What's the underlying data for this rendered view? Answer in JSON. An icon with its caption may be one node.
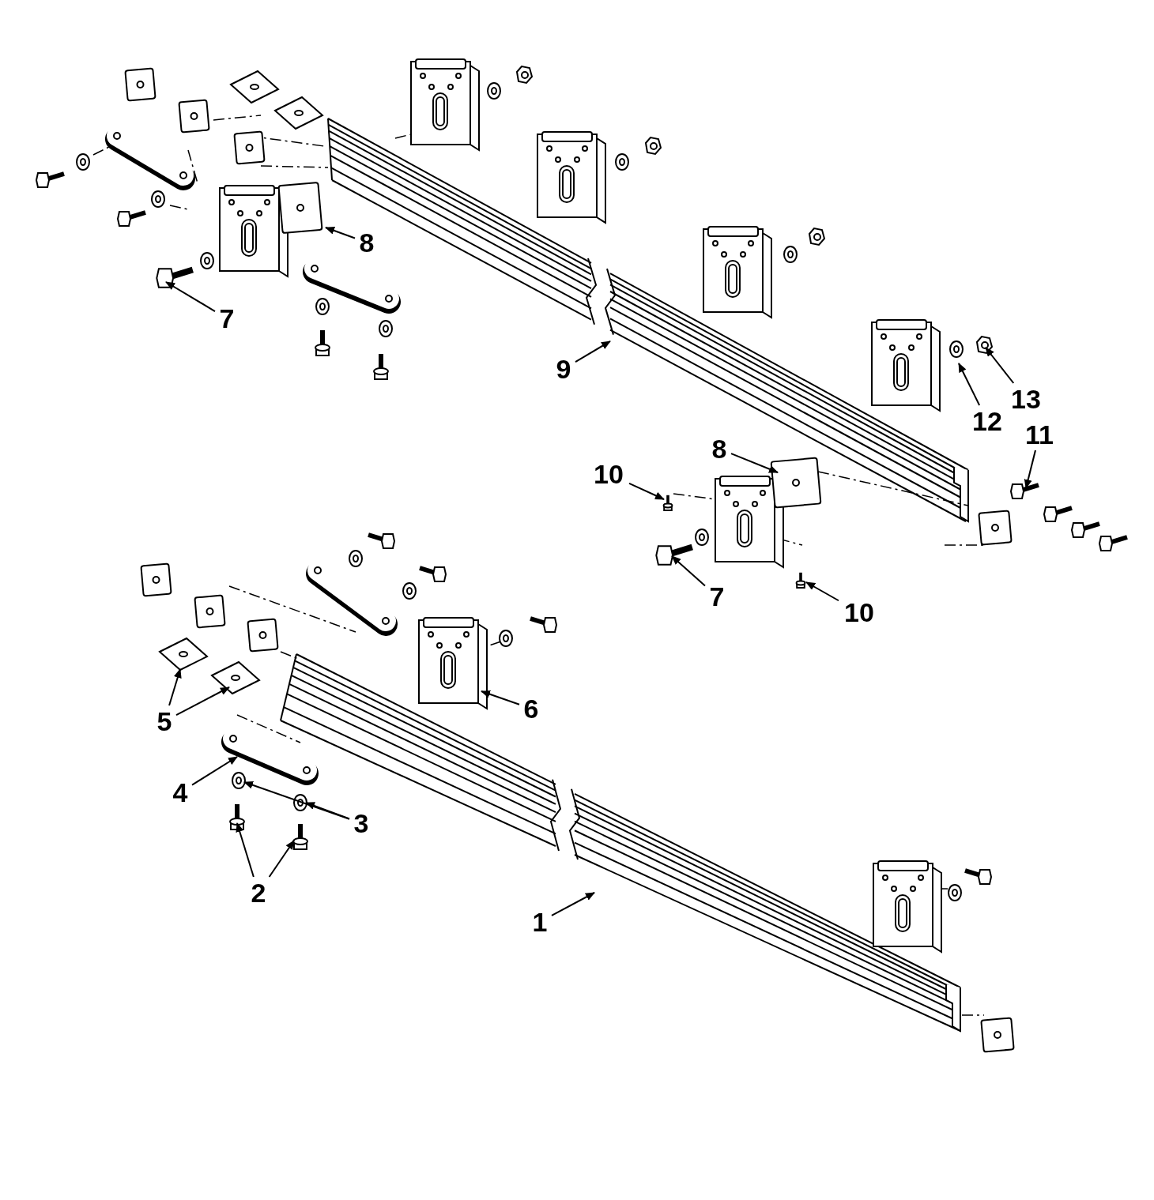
{
  "diagram": {
    "nodes": [
      {
        "text": [
          "8"
        ]
      },
      {
        "text": [
          "7"
        ]
      },
      {
        "text": [
          "9"
        ]
      },
      {
        "text": [
          "13"
        ]
      },
      {
        "text": [
          "12"
        ]
      },
      {
        "text": [
          "11"
        ]
      },
      {
        "text": [
          "8"
        ]
      },
      {
        "text": [
          "10"
        ]
      },
      {
        "text": [
          "7"
        ]
      },
      {
        "text": [
          "10"
        ]
      },
      {
        "text": [
          "6"
        ]
      },
      {
        "text": [
          "5"
        ]
      },
      {
        "text": [
          "4"
        ]
      },
      {
        "text": [
          "3"
        ]
      },
      {
        "text": [
          "2"
        ]
      },
      {
        "text": [
          "1"
        ]
      }
    ],
    "edges": [
      {
        "from": 0,
        "to": null,
        "arrow": "to"
      },
      {
        "from": 1,
        "to": null,
        "arrow": "to"
      },
      {
        "from": 2,
        "to": null,
        "arrow": "to"
      },
      {
        "from": 3,
        "to": null,
        "arrow": "to"
      },
      {
        "from": 4,
        "to": null,
        "arrow": "to"
      },
      {
        "from": 5,
        "to": null,
        "arrow": "to"
      },
      {
        "from": 6,
        "to": null,
        "arrow": "to"
      },
      {
        "from": 7,
        "to": null,
        "arrow": "to"
      },
      {
        "from": 8,
        "to": null,
        "arrow": "to"
      },
      {
        "from": 9,
        "to": null,
        "arrow": "to"
      },
      {
        "from": 10,
        "to": null,
        "arrow": "to"
      },
      {
        "from": 11,
        "to": null,
        "arrow": "to"
      },
      {
        "from": 11,
        "to": null,
        "arrow": "to"
      },
      {
        "from": 12,
        "to": null,
        "arrow": "to"
      },
      {
        "from": 13,
        "to": null,
        "arrow": "to"
      },
      {
        "from": 13,
        "to": null,
        "arrow": "to"
      },
      {
        "from": 14,
        "to": null,
        "arrow": "to"
      },
      {
        "from": 14,
        "to": null,
        "arrow": "to"
      },
      {
        "from": 15,
        "to": null,
        "arrow": "to"
      }
    ]
  }
}
